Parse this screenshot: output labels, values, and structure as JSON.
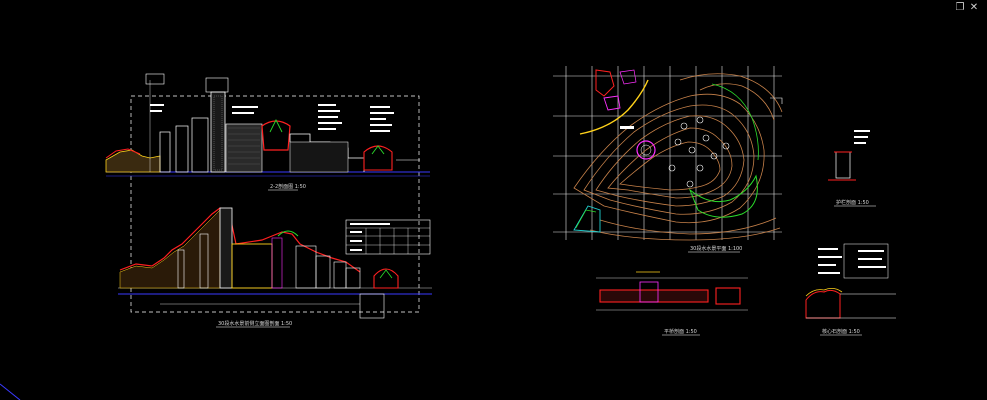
{
  "window": {
    "restore_glyph": "❐",
    "close_glyph": "✕"
  },
  "drawings": {
    "section_2_2_title": "2-2剖面图  1:50",
    "elevation_title": "30段水水景前侧立面图剖面  1:50",
    "plan_title": "30段水水景平面  1:100",
    "pier_title": "护栏剖面  1:50",
    "step_title": "平桥剖面  1:50",
    "detail_title": "核心石剖面  1:50"
  },
  "colors": {
    "background": "#000000",
    "grid": "#e6e6e6",
    "contour": "#c8824a",
    "red": "#ff2020",
    "yellow": "#ffd21a",
    "green": "#2bdc2b",
    "blue": "#3a3aff",
    "cyan": "#20d0d0",
    "magenta": "#ff30ff",
    "white": "#ffffff"
  }
}
